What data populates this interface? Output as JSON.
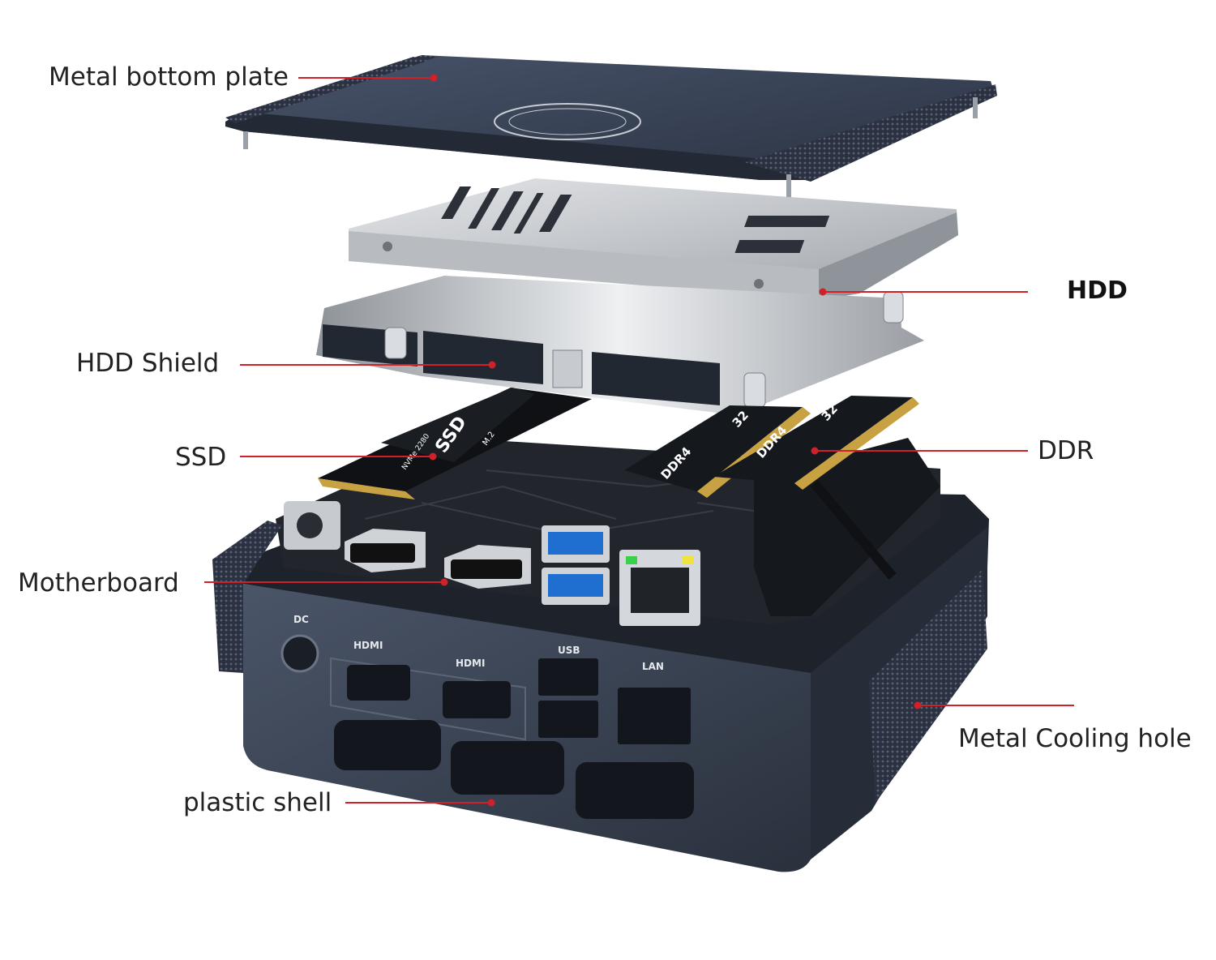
{
  "colors": {
    "accent_line": "#d0212b",
    "case_body": "#3b4556",
    "case_dark": "#232a36",
    "board": "#1c1f24",
    "silver": "#c9ccd0"
  },
  "labels": {
    "metal_bottom_plate": "Metal bottom plate",
    "hdd": "HDD",
    "hdd_shield": "HDD Shield",
    "ssd": "SSD",
    "ddr": "DDR",
    "motherboard": "Motherboard",
    "metal_cooling_hole": "Metal Cooling hole",
    "plastic_shell": "plastic shell"
  },
  "component_text": {
    "ssd_chip": "SSD",
    "ssd_sub": "NVMe 2280",
    "ssd_m2": "M.2",
    "ddr_a": "DDR4",
    "ddr_b": "DDR4",
    "ddr_size_a": "32",
    "ddr_size_b": "32",
    "port_dc": "DC",
    "port_hdmi_a": "HDMI",
    "port_hdmi_b": "HDMI",
    "port_usb": "USB",
    "port_lan": "LAN"
  }
}
